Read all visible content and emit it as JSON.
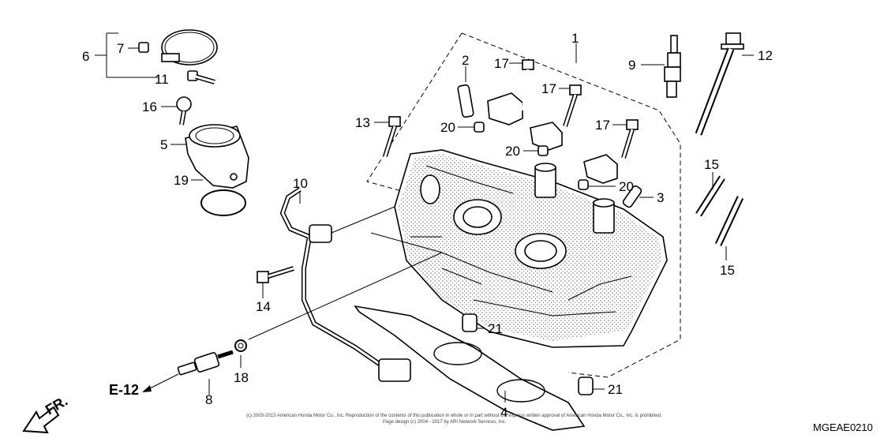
{
  "diagram": {
    "callouts": {
      "c1": "1",
      "c2": "2",
      "c3": "3",
      "c4": "4",
      "c5": "5",
      "c6": "6",
      "c7": "7",
      "c8": "8",
      "c9": "9",
      "c10": "10",
      "c11": "11",
      "c12": "12",
      "c13": "13",
      "c14": "14",
      "c15a": "15",
      "c15b": "15",
      "c16": "16",
      "c17a": "17",
      "c17b": "17",
      "c17c": "17",
      "c18": "18",
      "c19": "19",
      "c20a": "20",
      "c20b": "20",
      "c20c": "20",
      "c21a": "21",
      "c21b": "21"
    },
    "ref_label": "E-12",
    "front_label": "FR.",
    "copyright_line1": "(c) 2003-2013 American Honda Motor Co., Inc. Reproduction of the contents of this publication in whole or in part without the express written approval of American Honda Motor Co., Inc. is prohibited.",
    "copyright_line2": "Page design (c) 2004 - 2017 by ARI Network Services, Inc.",
    "diagram_code": "MGEAE0210"
  }
}
